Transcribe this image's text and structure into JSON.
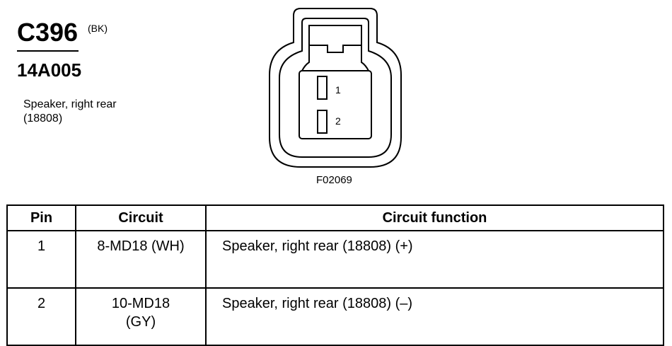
{
  "connector": {
    "id": "C396",
    "color_code": "(BK)",
    "part_number": "14A005",
    "description_line1": "Speaker, right rear",
    "description_line2": "(18808)"
  },
  "diagram": {
    "pin_labels": [
      "1",
      "2"
    ],
    "figure_id": "F02069"
  },
  "table": {
    "headers": [
      "Pin",
      "Circuit",
      "Circuit function"
    ],
    "rows": [
      {
        "pin": "1",
        "circuit_line1": "8-MD18 (WH)",
        "circuit_line2": "",
        "function": "Speaker, right rear (18808) (+)"
      },
      {
        "pin": "2",
        "circuit_line1": "10-MD18",
        "circuit_line2": "(GY)",
        "function": "Speaker, right rear (18808) (–)"
      }
    ]
  }
}
